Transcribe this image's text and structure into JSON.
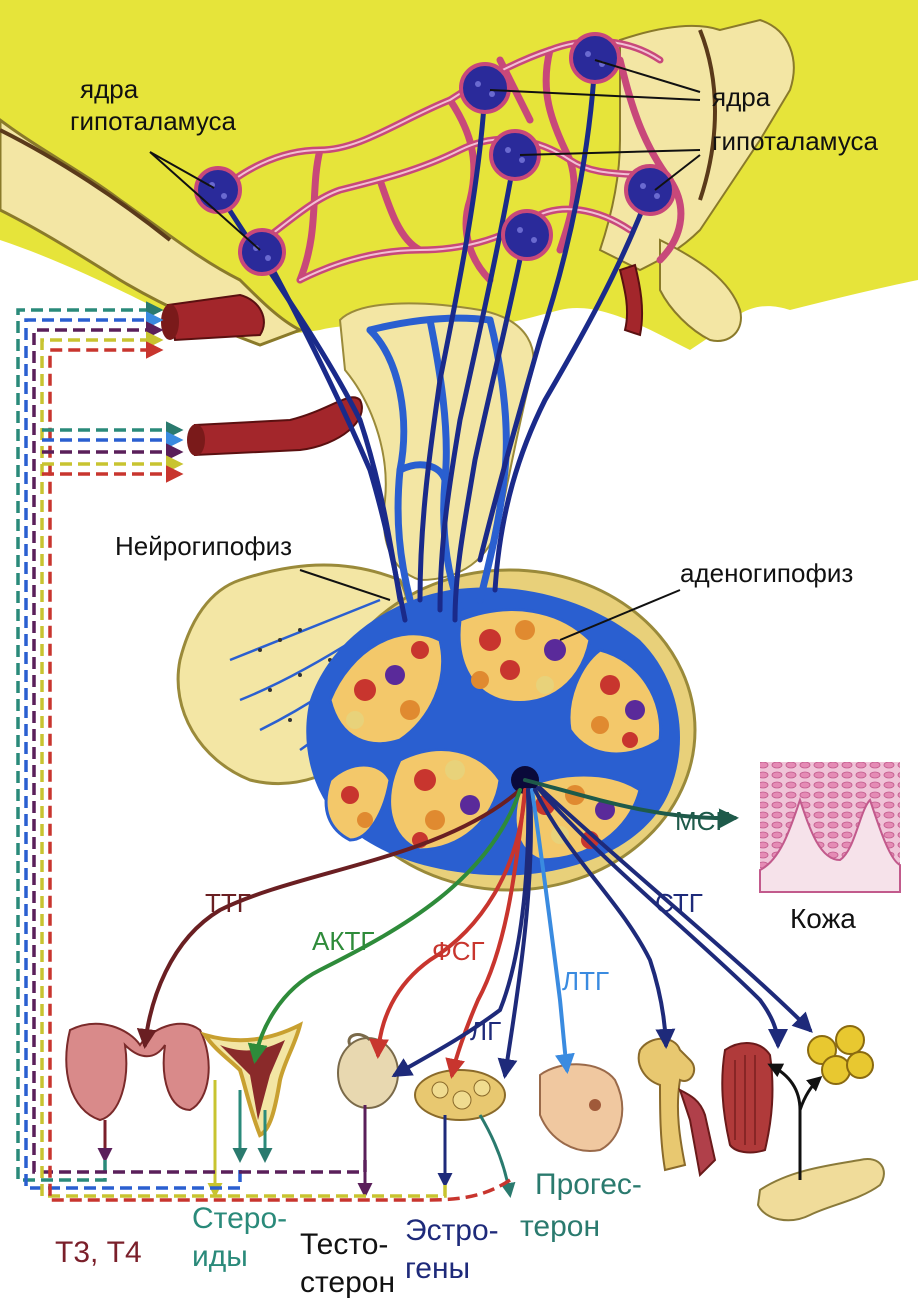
{
  "labels": {
    "nuclei_left_1": "ядра",
    "nuclei_left_2": "гипоталамуса",
    "nuclei_right_1": "ядра",
    "nuclei_right_2": "гипоталамуса",
    "neurohypophysis": "Нейрогипофиз",
    "adenohypophysis": "аденогипофиз",
    "skin": "Кожа"
  },
  "hormones": {
    "msg": "МСГ",
    "stg": "СТГ",
    "ttg": "ТТГ",
    "aktg": "АКТГ",
    "fsg": "ФСГ",
    "ltg": "ЛТГ",
    "lg": "ЛГ"
  },
  "products": {
    "t3t4": "Т3, Т4",
    "steroids_1": "Стеро-",
    "steroids_2": "иды",
    "testosterone_1": "Тесто-",
    "testosterone_2": "стерон",
    "estrogens_1": "Эстро-",
    "estrogens_2": "гены",
    "progesterone_1": "Прогес-",
    "progesterone_2": "терон"
  },
  "colors": {
    "hypothalamus": "#e6e43a",
    "tissue": "#f3e6a4",
    "nucleus": "#2a2a9a",
    "vessel_pink": "#c8487a",
    "vessel_blue": "#2a5fd0",
    "artery": "#a3262b",
    "ttg": "#6a1f22",
    "aktg": "#2e8b3a",
    "fsg": "#c8352e",
    "ltg": "#3a8be0",
    "stg": "#1e2a7a",
    "msg": "#1e5a4a",
    "progesterone": "#2a7a6e",
    "steroids": "#2a8a7a",
    "t3t4": "#7a1f2a"
  }
}
